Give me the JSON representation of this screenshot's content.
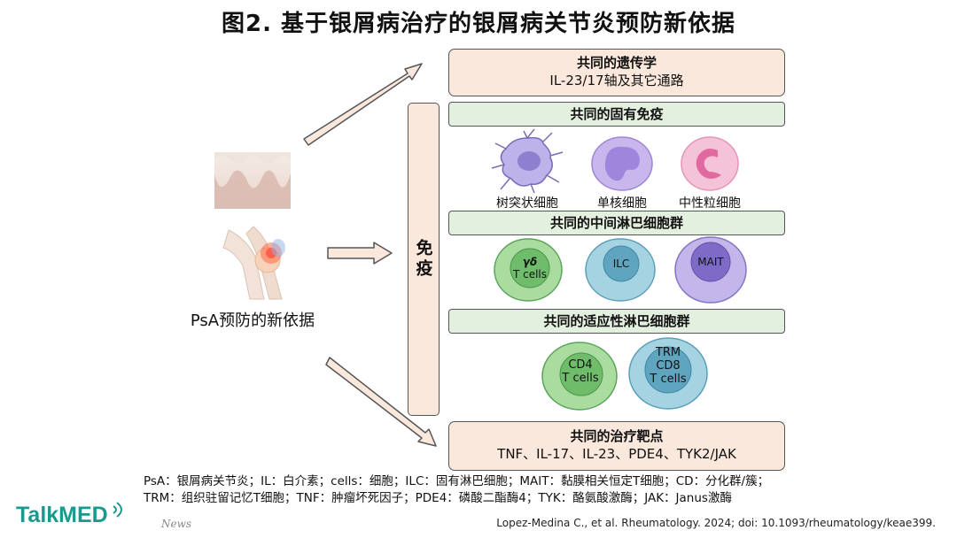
{
  "title": "图2. 基于银屑病治疗的银屑病关节炎预防新依据",
  "left": {
    "label": "PsA预防的新依据"
  },
  "immunity_bar": "免疫",
  "boxes": {
    "genetic": {
      "title": "共同的遗传学",
      "subtitle": "IL-23/17轴及其它通路"
    },
    "innate": {
      "title": "共同的固有免疫"
    },
    "intermediate": {
      "title": "共同的中间淋巴细胞群"
    },
    "adaptive": {
      "title": "共同的适应性淋巴细胞群"
    },
    "treatment": {
      "title": "共同的治疗靶点",
      "subtitle": "TNF、IL-17、IL-23、PDE4、TYK2/JAK"
    }
  },
  "innate_cells": [
    {
      "label": "树突状细胞",
      "icon": "dendritic-cell-icon"
    },
    {
      "label": "单核细胞",
      "icon": "monocyte-icon"
    },
    {
      "label": "中性粒细胞",
      "icon": "neutrophil-icon"
    }
  ],
  "intermediate_cells": [
    {
      "line1": "γδ",
      "line2": "T cells"
    },
    {
      "line1": "ILC"
    },
    {
      "line1": "MAIT"
    }
  ],
  "adaptive_cells": [
    {
      "line1": "CD4",
      "line2": "T cells"
    },
    {
      "line1": "TRM",
      "line2": "CD8",
      "line3": "T cells"
    }
  ],
  "footnote": {
    "line1": "PsA：银屑病关节炎；IL：白介素；cells：细胞；ILC：固有淋巴细胞；MAIT：黏膜相关恒定T细胞；CD：分化群/簇；",
    "line2": "TRM：组织驻留记忆T细胞；TNF：肿瘤坏死因子；PDE4：磷酸二酯酶4；TYK：酪氨酸激酶；JAK：Janus激酶"
  },
  "citation": "Lopez-Medina C., et al. Rheumatology. 2024; doi: 10.1093/rheumatology/keae399.",
  "logo": {
    "text": "TalkMED",
    "sub": "News"
  },
  "colors": {
    "peach": "#fbe8dc",
    "green_box": "#e4f0df",
    "green_cell": "#9fd39a",
    "blue_cell": "#9fd0de",
    "purple_cell": "#c6b8e8",
    "pink_cell": "#f0a8c8",
    "brand": "#1a9a8e"
  }
}
